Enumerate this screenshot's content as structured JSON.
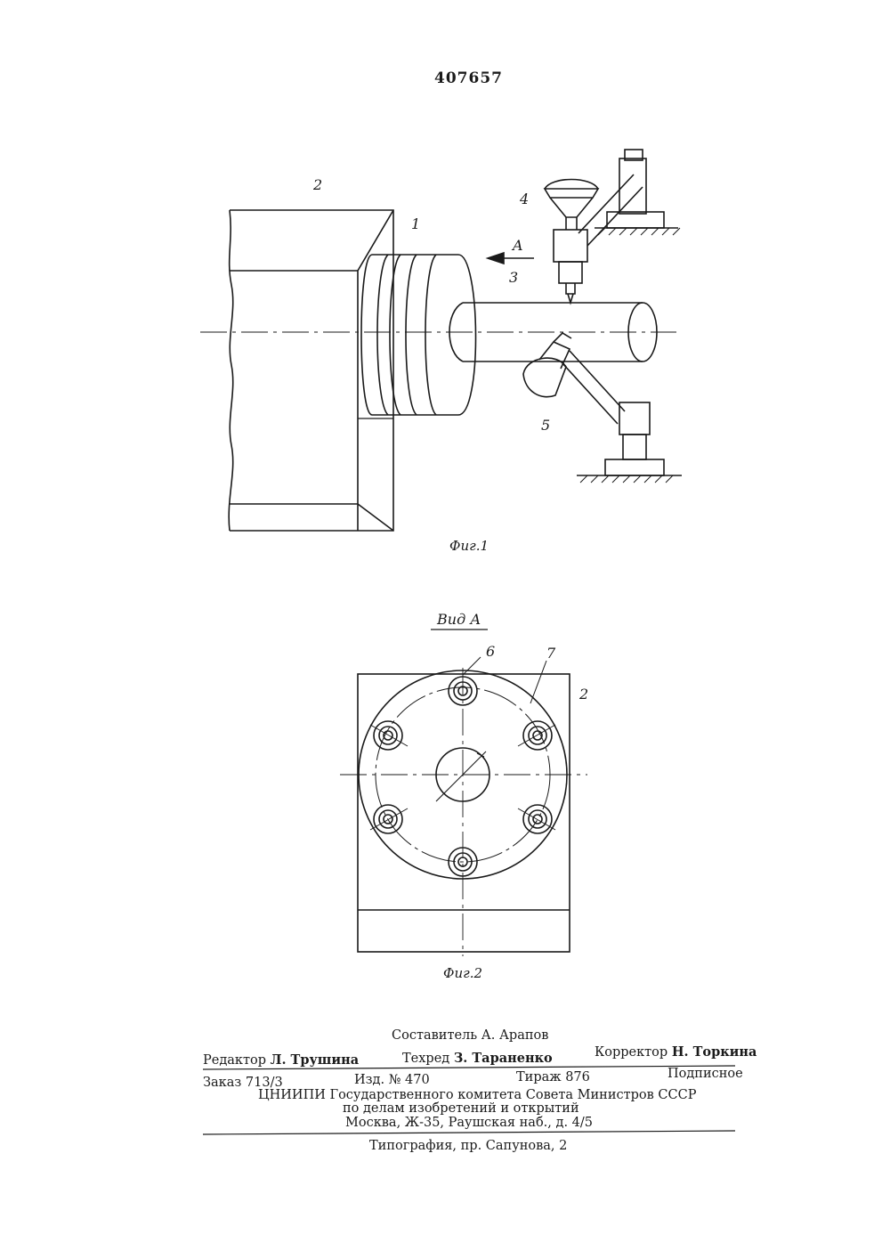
{
  "header": {
    "patent_number": "407657"
  },
  "figure1": {
    "labels": {
      "part_2": "2",
      "part_1": "1",
      "part_3": "3",
      "part_4": "4",
      "arrow_A": "A",
      "part_5": "5"
    },
    "caption": "Фиг.1"
  },
  "figure2": {
    "view_title": "Вид А",
    "labels": {
      "part_6": "6",
      "part_7": "7",
      "part_2": "2"
    },
    "caption": "Фиг.2"
  },
  "imprint": {
    "compiler": "Составитель А. Арапов",
    "editor_label": "Редактор",
    "editor_name": "Л. Трушина",
    "techred_label": "Техред",
    "techred_name": "З. Тараненко",
    "corrector_label": "Корректор",
    "corrector_name": "Н. Торкина",
    "order": "Заказ 713/3",
    "edition": "Изд. № 470",
    "print_run": "Тираж 876",
    "subscription": "Подписное",
    "org_line1": "ЦНИИПИ Государственного комитета Совета Министров СССР",
    "org_line2": "по делам изобретений и открытий",
    "address": "Москва, Ж-35, Раушская наб., д. 4/5",
    "printer": "Типография, пр. Сапунова, 2"
  }
}
